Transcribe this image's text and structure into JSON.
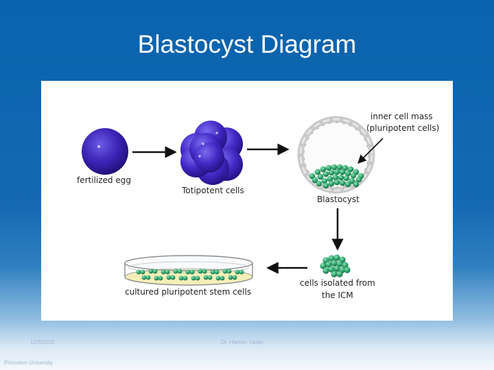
{
  "slide": {
    "title": "Blastocyst Diagram"
  },
  "diagram": {
    "labels": {
      "fertilized_egg": "fertilized egg",
      "totipotent": "Totipotent cells",
      "inner_cell_mass_line1": "inner cell mass",
      "inner_cell_mass_line2": "(pluripotent cells)",
      "blastocyst": "Blastocyst",
      "cells_isolated_line1": "cells isolated from",
      "cells_isolated_line2": "the ICM",
      "cultured": "cultured pluripotent stem cells"
    },
    "colors": {
      "egg": "#3b23b5",
      "icm_cells": "#2fa36b",
      "arrow": "#111111",
      "dish_medium": "#f4efb8"
    }
  },
  "footer": {
    "date": "12/3/2020",
    "author": "Dr. Hariom Yadav",
    "org": "Princeton University"
  }
}
